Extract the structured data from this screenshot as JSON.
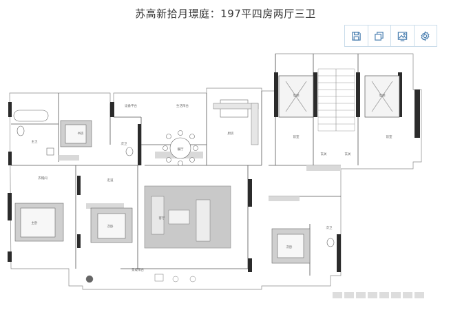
{
  "page": {
    "title": "苏高新拾月璟庭：197平四房两厅三卫"
  },
  "toolbar": {
    "buttons": [
      {
        "icon": "save-icon"
      },
      {
        "icon": "copy-icon"
      },
      {
        "icon": "image-icon"
      },
      {
        "icon": "gear-icon"
      }
    ],
    "color": "#4a7fb0"
  },
  "plan": {
    "rooms": {
      "lift1": "电梯",
      "lift2": "电梯",
      "equip": "设备平台",
      "balcony": "生活阳台",
      "kitchen": "厨房",
      "study": "书房",
      "bath1": "主卫",
      "bath2": "次卫",
      "bath3": "次卫",
      "dining": "餐厅",
      "hall1": "前室",
      "hall2": "前室",
      "foyer1": "玄关",
      "foyer2": "玄关",
      "master": "主卧",
      "second": "次卧",
      "living": "客厅",
      "third": "次卧",
      "corridor": "走道",
      "dressing": "衣帽间",
      "terrace": "景观阳台"
    }
  }
}
